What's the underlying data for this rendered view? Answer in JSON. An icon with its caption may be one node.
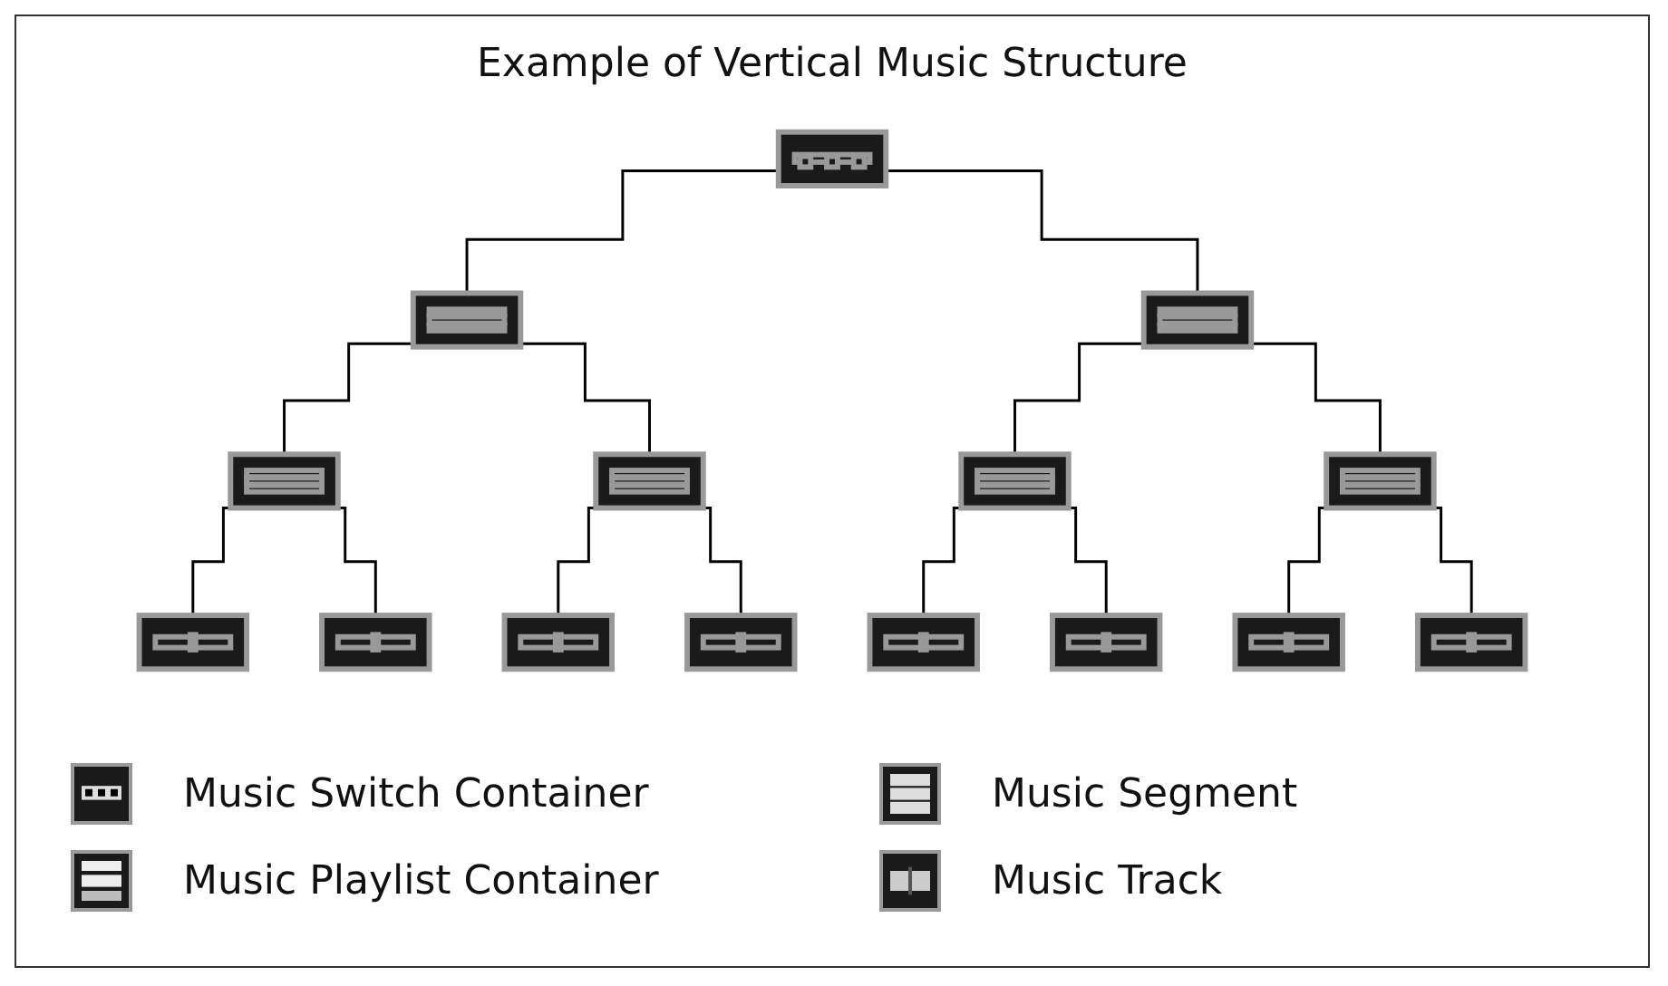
{
  "diagram": {
    "title": "Example of Vertical Music Structure",
    "nodes": [
      {
        "text": [],
        "shape": "picture"
      },
      {
        "text": [],
        "shape": "picture"
      },
      {
        "text": [],
        "shape": "picture"
      },
      {
        "text": [],
        "shape": "picture"
      },
      {
        "text": [],
        "shape": "picture"
      },
      {
        "text": [],
        "shape": "picture"
      },
      {
        "text": [],
        "shape": "picture"
      },
      {
        "text": [],
        "shape": "picture"
      },
      {
        "text": [],
        "shape": "picture"
      },
      {
        "text": [],
        "shape": "picture"
      },
      {
        "text": [],
        "shape": "picture"
      },
      {
        "text": [],
        "shape": "picture"
      },
      {
        "text": [],
        "shape": "picture"
      },
      {
        "text": [],
        "shape": "picture"
      },
      {
        "text": [],
        "shape": "picture"
      }
    ],
    "edges": [
      {
        "from": 0,
        "to": 1,
        "arrow": "none"
      },
      {
        "from": 0,
        "to": 2,
        "arrow": "none"
      },
      {
        "from": 1,
        "to": 3,
        "arrow": "none"
      },
      {
        "from": 1,
        "to": 4,
        "arrow": "none"
      },
      {
        "from": 2,
        "to": 5,
        "arrow": "none"
      },
      {
        "from": 2,
        "to": 6,
        "arrow": "none"
      },
      {
        "from": 3,
        "to": 7,
        "arrow": "none"
      },
      {
        "from": 3,
        "to": 8,
        "arrow": "none"
      },
      {
        "from": 4,
        "to": 9,
        "arrow": "none"
      },
      {
        "from": 4,
        "to": 10,
        "arrow": "none"
      },
      {
        "from": 5,
        "to": 11,
        "arrow": "none"
      },
      {
        "from": 5,
        "to": 12,
        "arrow": "none"
      },
      {
        "from": 6,
        "to": 13,
        "arrow": "none"
      },
      {
        "from": 6,
        "to": 14,
        "arrow": "none"
      }
    ],
    "legend": [
      {
        "text": "Music Switch Container"
      },
      {
        "text": "Music Playlist Container"
      },
      {
        "text": "Music Segment"
      },
      {
        "text": "Music Track"
      }
    ]
  }
}
